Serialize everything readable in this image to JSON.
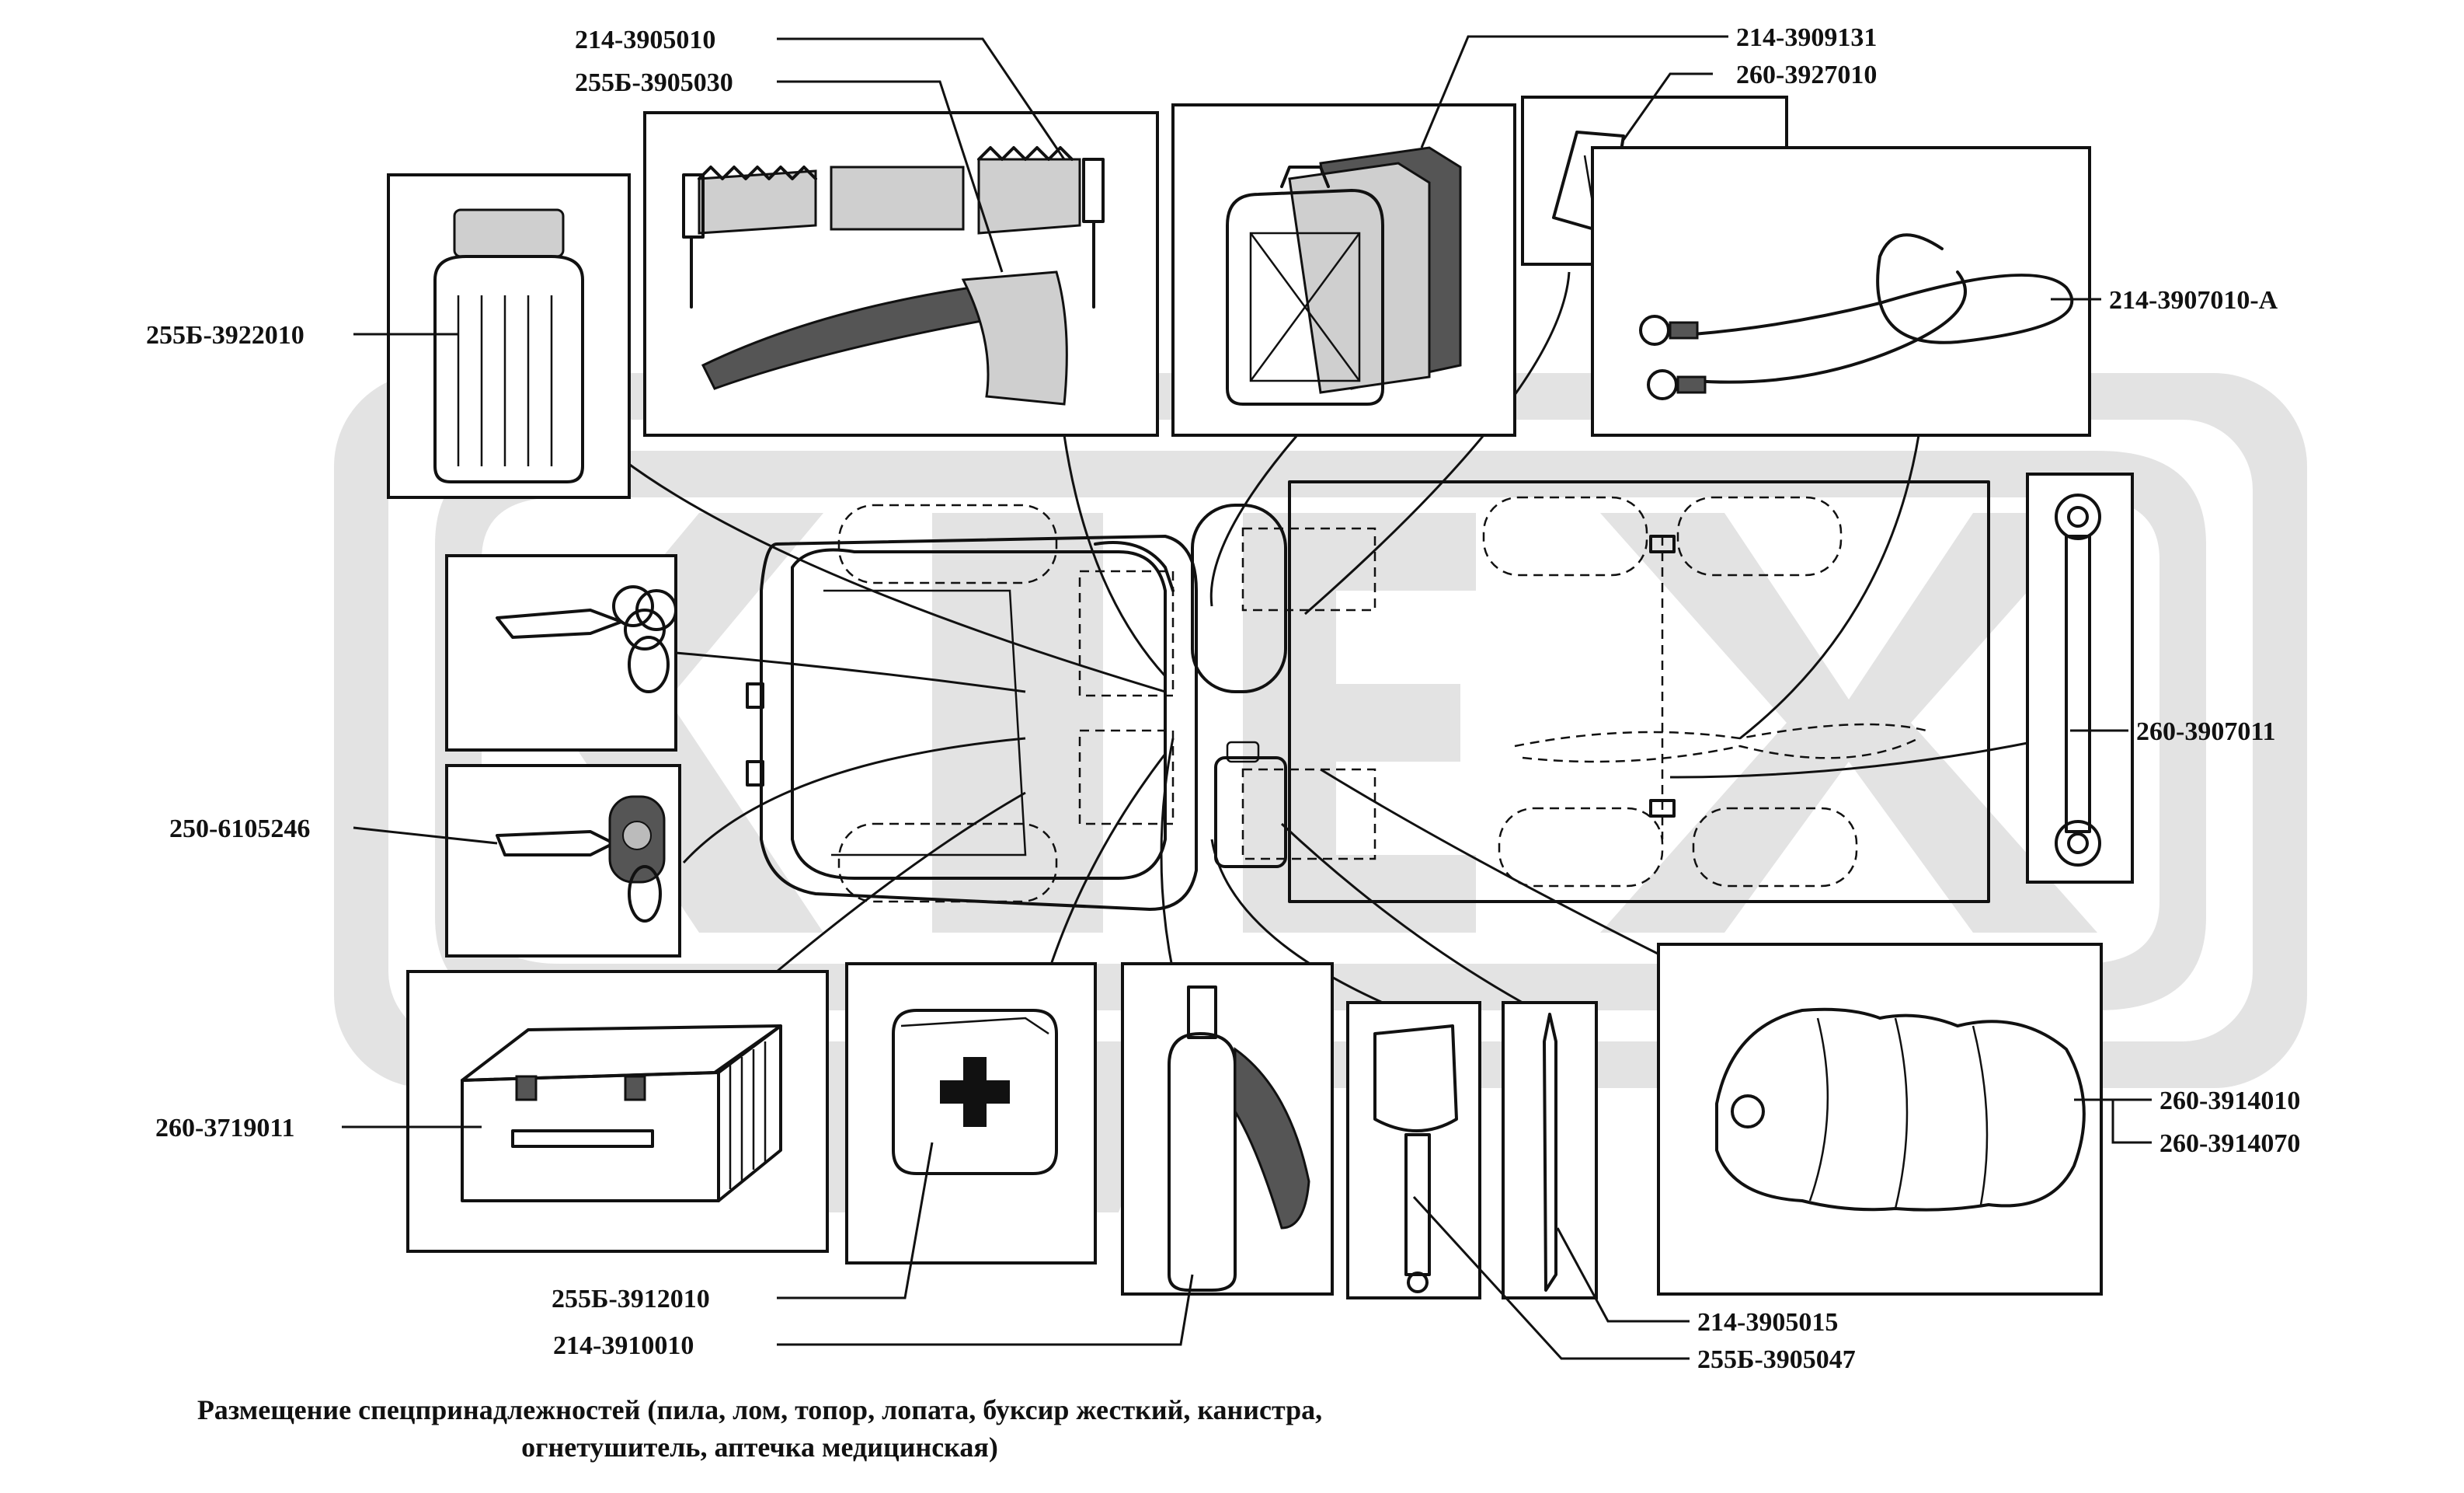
{
  "caption": {
    "line1": "Размещение  спецпринадлежностей (пила, лом, топор, лопата, буксир жесткий, канистра,",
    "line2": "огнетушитель, аптечка  медицинская)"
  },
  "parts": {
    "saw": "214-3905010",
    "axe": "255Б-3905030",
    "canister": "214-3909131",
    "wheel_chock": "260-3927010",
    "tow_cable": "214-3907010-А",
    "bottle": "255Б-3922010",
    "key": "250-6105246",
    "tow_bar": "260-3907011",
    "tool_box": "260-3719011",
    "first_aid_kit": "255Б-3912010",
    "fire_extinguisher": "214-3910010",
    "crowbar": "214-3905015",
    "shovel": "255Б-3905047",
    "bag_1": "260-3914010",
    "bag_2": "260-3914070"
  }
}
